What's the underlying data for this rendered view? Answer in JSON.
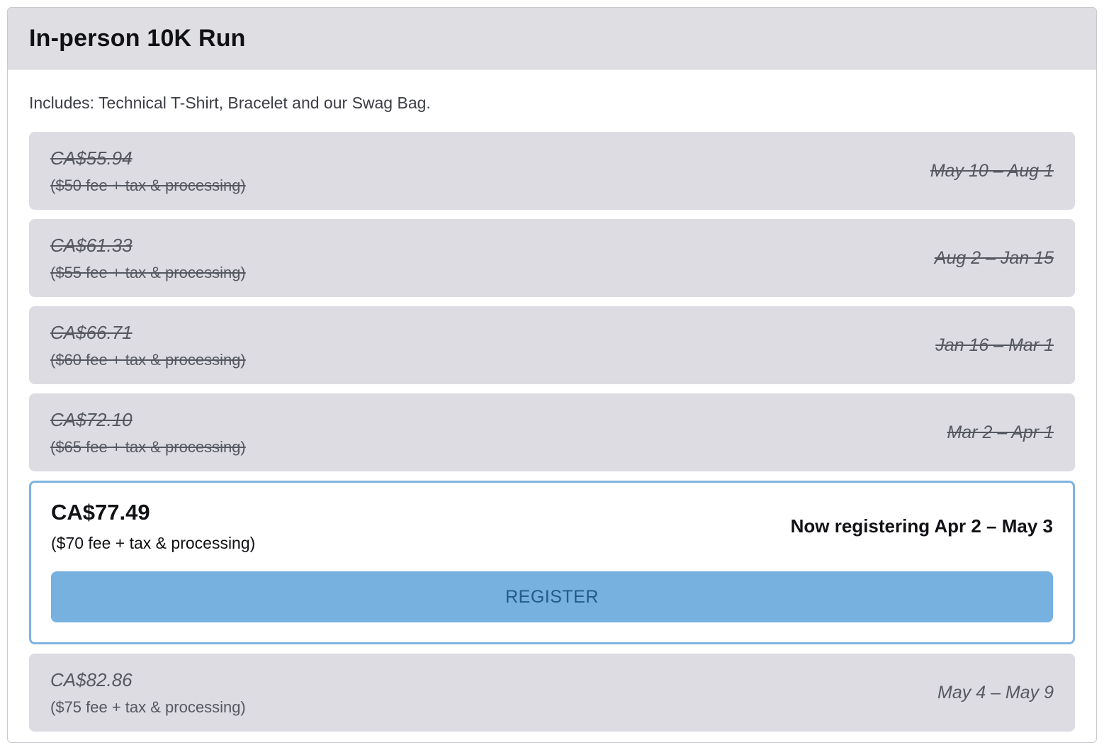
{
  "header": {
    "title": "In-person 10K Run"
  },
  "description": "Includes: Technical T-Shirt, Bracelet and our Swag Bag.",
  "tiers": [
    {
      "price": "CA$55.94",
      "fee": "($50 fee + tax & processing)",
      "dates": "May 10 – Aug 1",
      "status": "past"
    },
    {
      "price": "CA$61.33",
      "fee": "($55 fee + tax & processing)",
      "dates": "Aug 2 – Jan 15",
      "status": "past"
    },
    {
      "price": "CA$66.71",
      "fee": "($60 fee + tax & processing)",
      "dates": "Jan 16 – Mar 1",
      "status": "past"
    },
    {
      "price": "CA$72.10",
      "fee": "($65 fee + tax & processing)",
      "dates": "Mar 2 – Apr 1",
      "status": "past"
    },
    {
      "price": "CA$77.49",
      "fee": "($70 fee + tax & processing)",
      "dates": "Now registering Apr 2 – May 3",
      "status": "active",
      "register_label": "REGISTER"
    },
    {
      "price": "CA$82.86",
      "fee": "($75 fee + tax & processing)",
      "dates": "May 4 – May 9",
      "status": "future"
    }
  ],
  "colors": {
    "header_bg": "#dedee3",
    "row_bg": "#dcdce2",
    "muted_text": "#565861",
    "active_border": "#7eb3e0",
    "button_bg": "#76b1e0",
    "button_text": "#235a8c"
  }
}
